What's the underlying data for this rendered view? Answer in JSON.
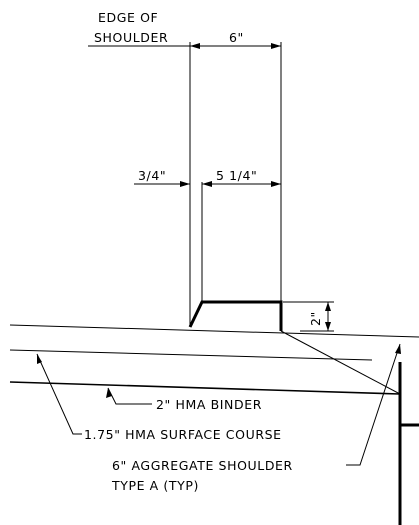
{
  "labels": {
    "edge_line1": "EDGE OF",
    "edge_line2": "SHOULDER",
    "dim_total": "6\"",
    "dim_left": "3/4\"",
    "dim_right": "5 1/4\"",
    "dim_height": "2\"",
    "binder": "2\" HMA BINDER",
    "surface": "1.75\" HMA SURFACE COURSE",
    "aggregate_line1": "6\" AGGREGATE SHOULDER",
    "aggregate_line2": "TYPE A (TYP)"
  }
}
